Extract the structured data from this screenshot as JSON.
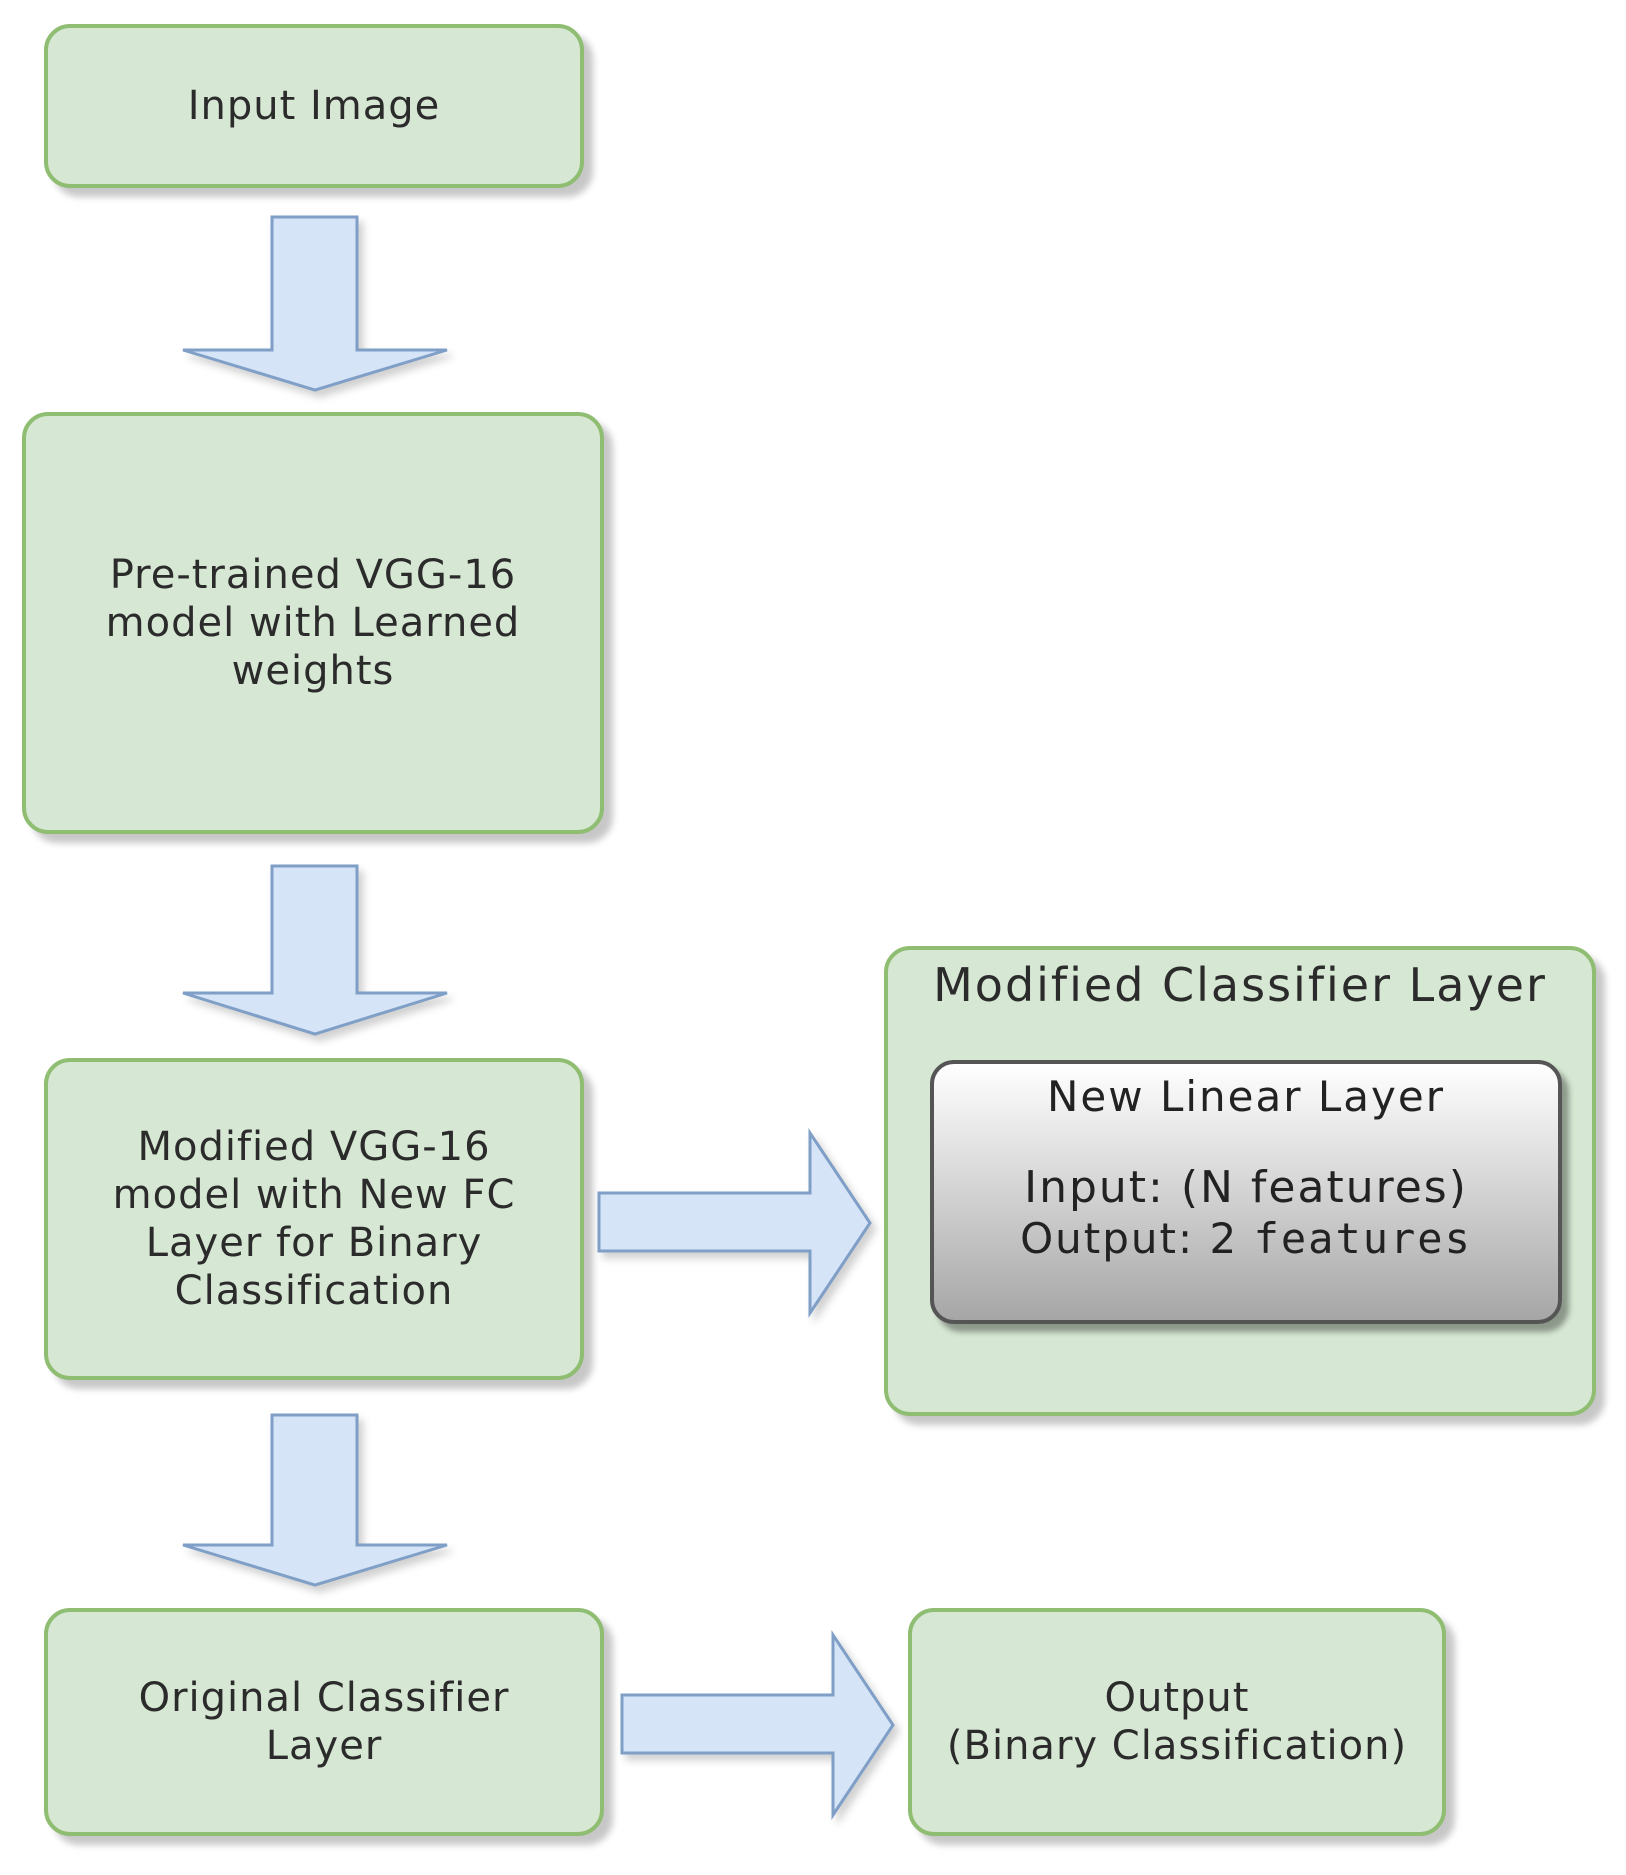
{
  "nodes": {
    "input_image": [
      "Input Image"
    ],
    "pretrained": [
      "Pre-trained VGG-16",
      "model with Learned",
      "weights"
    ],
    "modified_vgg": [
      "Modified VGG-16",
      "model with New FC",
      "Layer for Binary",
      "Classification"
    ],
    "original_classifier": [
      "Original Classifier",
      "Layer"
    ],
    "output": [
      "Output",
      "(Binary Classification)"
    ]
  },
  "modified_classifier": {
    "title": "Modified Classifier Layer",
    "linear_layer": {
      "title": "New Linear Layer",
      "input_label": "Input: (N features)",
      "output_prefix": "Output: 2",
      "output_suffix": "features"
    }
  },
  "colors": {
    "node_fill": "#d6e8d3",
    "node_border": "#8fbd72",
    "arrow_fill": "#d6e4f7",
    "arrow_border": "#7f9fc7"
  }
}
